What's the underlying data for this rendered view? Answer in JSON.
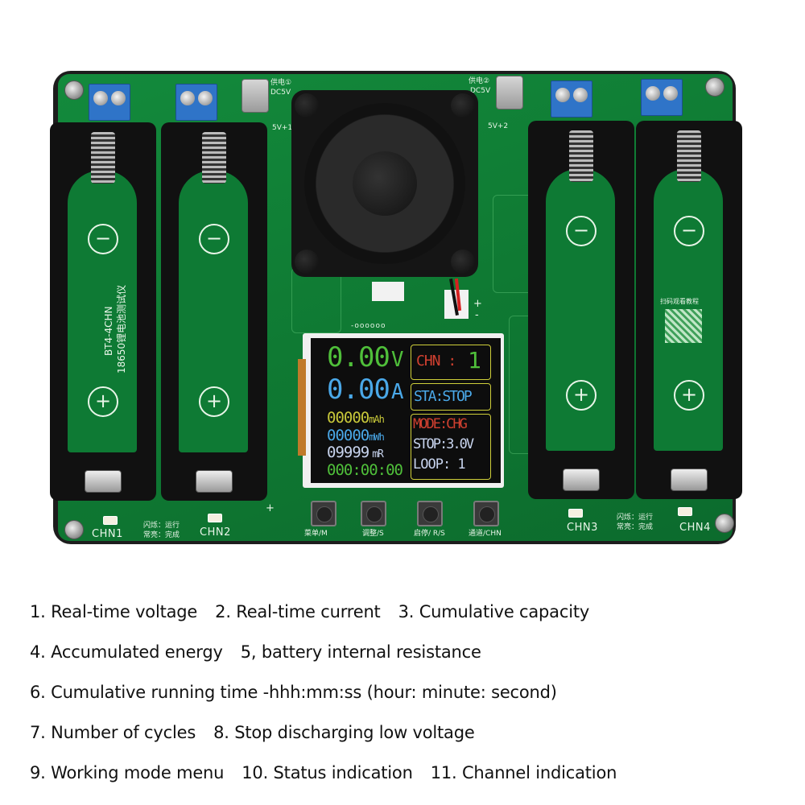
{
  "board": {
    "model_label": "BT4-4CHN",
    "product_label": "18650锂电池测试仪",
    "power_inputs": [
      {
        "label_cn": "供电①",
        "label": "DC5V",
        "indicator": "5V+1"
      },
      {
        "label_cn": "供电②",
        "label": "DC5V",
        "indicator": "5V+2"
      }
    ],
    "qr_label": "扫码观看教程",
    "fan_connector_polarity": [
      "+",
      "-"
    ],
    "pin_header": "-oooooo",
    "channels": [
      {
        "name": "CHN1"
      },
      {
        "name": "CHN2"
      },
      {
        "name": "CHN3"
      },
      {
        "name": "CHN4"
      }
    ],
    "led_legend": {
      "blink": "闪烁：运行",
      "solid": "常亮：完成"
    },
    "battery_polarity": {
      "negative": "−",
      "positive": "+"
    },
    "plus_marker": "+",
    "buttons": [
      {
        "label": "菜单/M"
      },
      {
        "label": "调整/S"
      },
      {
        "label": "启停/ R/S"
      },
      {
        "label": "通道/CHN"
      }
    ]
  },
  "lcd": {
    "voltage": {
      "value": "0.00",
      "unit": "V",
      "color": "#4fbf3a"
    },
    "current": {
      "value": "0.00",
      "unit": "A",
      "color": "#4aa8e8"
    },
    "capacity": {
      "value": "00000",
      "unit": "mAh",
      "color": "#c8c83a"
    },
    "energy": {
      "value": "00000",
      "unit": "mWh",
      "color": "#4aa8e8"
    },
    "resistance": {
      "value": "09999",
      "unit": "mR",
      "color": "#c8d4ee"
    },
    "runtime": {
      "value": "000:00:00",
      "color": "#4fbf3a"
    },
    "channel": {
      "label": "CHN :",
      "value": "1",
      "label_color": "#d04030",
      "value_color": "#4fbf3a"
    },
    "status": {
      "text": "STA:STOP",
      "color": "#4aa8e8"
    },
    "mode": {
      "text": "MODE:CHG",
      "color": "#d04030"
    },
    "stop_voltage": {
      "text": "STOP:3.0V",
      "color": "#c8d4ee"
    },
    "loop": {
      "text": "LOOP: 1",
      "color": "#c8d4ee"
    },
    "box_color": "#cfcf3a"
  },
  "captions": [
    [
      "1. Real-time voltage",
      "2. Real-time current",
      "3. Cumulative capacity"
    ],
    [
      "4. Accumulated energy",
      "5, battery internal resistance"
    ],
    [
      "6. Cumulative running time -hhh:mm:ss (hour: minute: second)"
    ],
    [
      "7. Number of cycles",
      "8. Stop discharging low voltage"
    ],
    [
      "9. Working mode menu",
      "10. Status indication",
      "11. Channel indication"
    ]
  ]
}
